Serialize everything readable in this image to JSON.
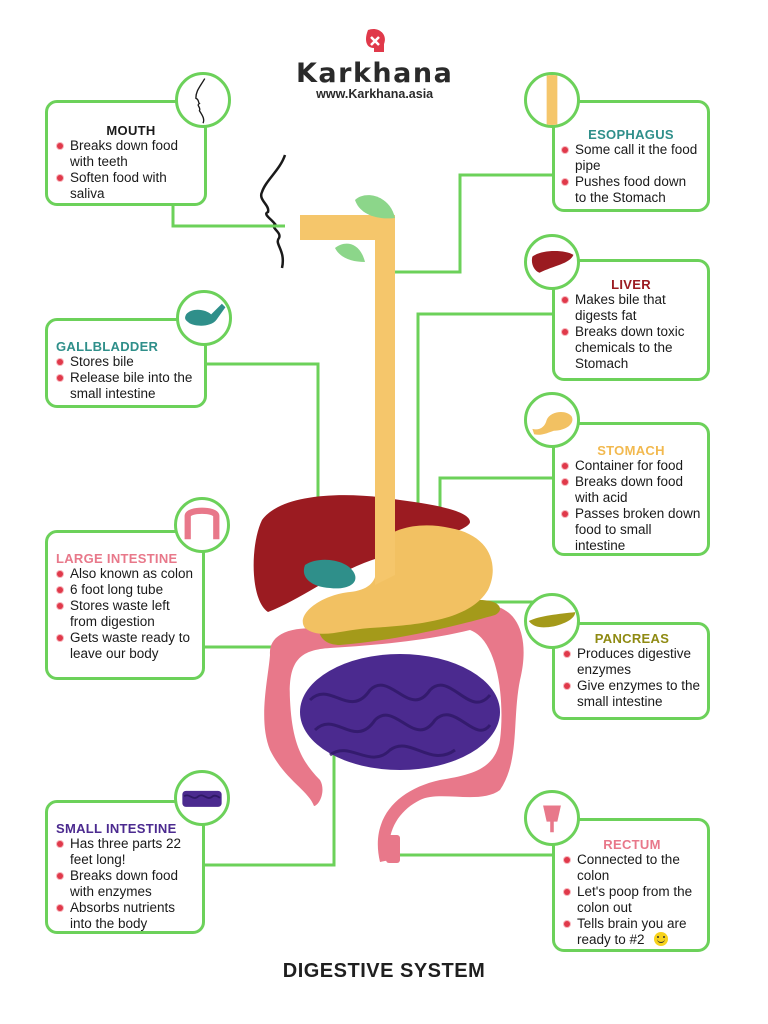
{
  "logo": {
    "title": "Karkhana",
    "url": "www.Karkhana.asia"
  },
  "footer": {
    "title": "DIGESTIVE SYSTEM"
  },
  "colors": {
    "accent_green": "#6cd15a",
    "bullet_red": "#e0394a"
  },
  "organs": {
    "mouth": {
      "title": "MOUTH",
      "color": "#1a1a1a",
      "points": [
        "Breaks down food with teeth",
        "Soften food with saliva"
      ]
    },
    "esophagus": {
      "title": "ESOPHAGUS",
      "color": "#2f8f8a",
      "points": [
        "Some call it the food pipe",
        "Pushes food down to the Stomach"
      ]
    },
    "liver": {
      "title": "LIVER",
      "color": "#9b1b21",
      "points": [
        "Makes bile that digests fat",
        "Breaks down toxic chemicals to the Stomach"
      ]
    },
    "gallbladder": {
      "title": "GALLBLADDER",
      "color": "#2f8f8a",
      "points": [
        "Stores bile",
        "Release bile into the small intestine"
      ]
    },
    "stomach": {
      "title": "STOMACH",
      "color": "#f2b94f",
      "points": [
        "Container for food",
        "Breaks down food with acid",
        "Passes broken down food to small intestine"
      ]
    },
    "large_intestine": {
      "title": "LARGE INTESTINE",
      "color": "#e8788a",
      "points": [
        "Also known as colon",
        "6 foot long tube",
        "Stores waste left from digestion",
        "Gets waste ready to leave our body"
      ]
    },
    "pancreas": {
      "title": "PANCREAS",
      "color": "#8f8a12",
      "points": [
        "Produces digestive enzymes",
        "Give enzymes to the small intestine"
      ]
    },
    "small_intestine": {
      "title": "SMALL INTESTINE",
      "color": "#4b2a8f",
      "points": [
        "Has three parts 22 feet long!",
        "Breaks down food with enzymes",
        "Absorbs nutrients into the body"
      ]
    },
    "rectum": {
      "title": "RECTUM",
      "color": "#e8788a",
      "points": [
        "Connected to the colon",
        "Let's poop from the colon out",
        "Tells brain you are ready to #2"
      ]
    }
  }
}
